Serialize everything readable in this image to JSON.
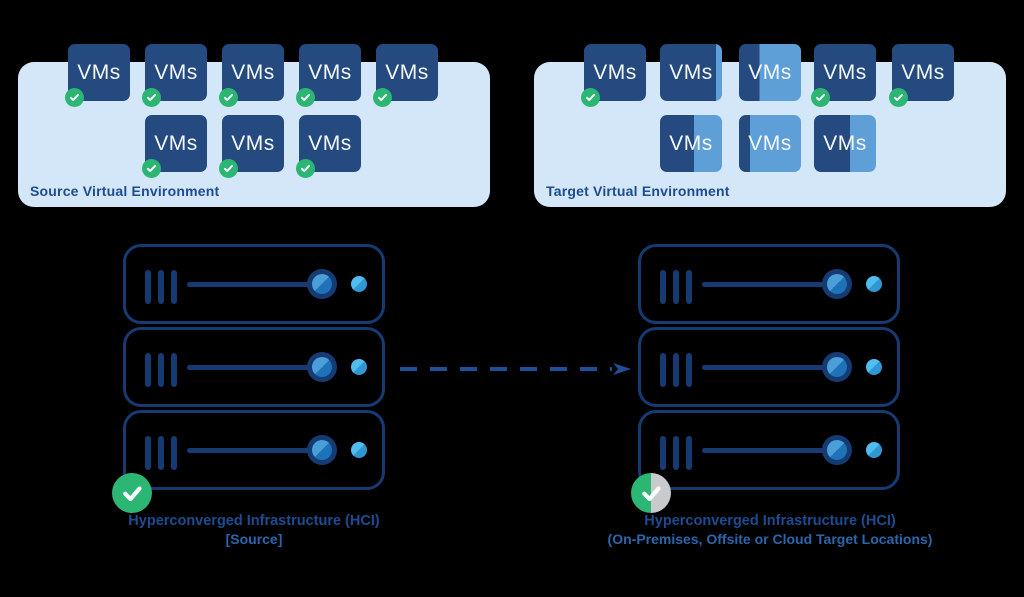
{
  "vm_label": "VMs",
  "source_env": {
    "label": "Source Virtual Environment",
    "rows": [
      [
        {
          "progress": 100,
          "checked": true
        },
        {
          "progress": 100,
          "checked": true
        },
        {
          "progress": 100,
          "checked": true
        },
        {
          "progress": 100,
          "checked": true
        },
        {
          "progress": 100,
          "checked": true
        }
      ],
      [
        {
          "progress": 100,
          "checked": true
        },
        {
          "progress": 100,
          "checked": true
        },
        {
          "progress": 100,
          "checked": true
        }
      ]
    ]
  },
  "target_env": {
    "label": "Target Virtual Environment",
    "rows": [
      [
        {
          "progress": 100,
          "checked": true
        },
        {
          "progress": 90,
          "checked": false
        },
        {
          "progress": 33,
          "checked": false
        },
        {
          "progress": 100,
          "checked": true
        },
        {
          "progress": 100,
          "checked": true
        }
      ],
      [
        {
          "progress": 55,
          "checked": false
        },
        {
          "progress": 18,
          "checked": false
        },
        {
          "progress": 58,
          "checked": false
        }
      ]
    ]
  },
  "source_hci": {
    "server_count": 3,
    "status": "complete",
    "label_line1": "Hyperconverged Infrastructure (HCI)",
    "label_line2": "[Source]"
  },
  "target_hci": {
    "server_count": 3,
    "status": "partial",
    "label_line1": "Hyperconverged Infrastructure (HCI)",
    "label_line2": "(On-Premises, Offsite or Cloud Target Locations)"
  },
  "colors": {
    "panel_bg": "#D3E7F8",
    "vm_dark": "#254A80",
    "vm_light": "#5E9FD8",
    "vm_text": "#F4F8FC",
    "outline_navy": "#163A72",
    "label_blue": "#1D4C92",
    "sub_label_blue": "#2B66AD",
    "check_green": "#2BB673",
    "check_gray": "#C9CACC",
    "arrow_blue": "#1F4F96",
    "knob_light": "#4A9FD9",
    "knob_dark": "#1E72B8",
    "dot_light": "#4FBEEF",
    "dot_dark": "#2F97D3",
    "page_bg": "#000000"
  }
}
